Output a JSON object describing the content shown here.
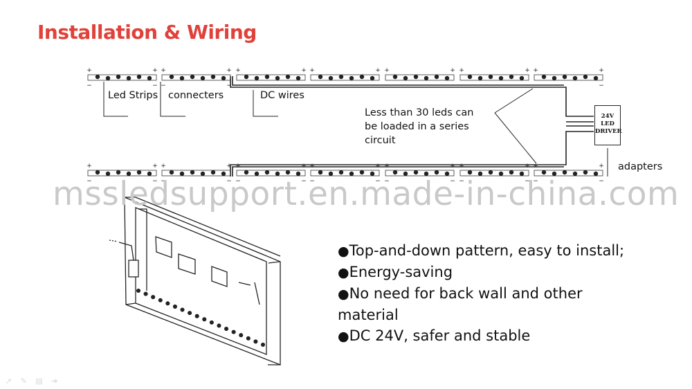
{
  "title": "Installation & Wiring",
  "labels": {
    "led_strips": "Led Strips",
    "connecters": "connecters",
    "dc_wires": "DC wires",
    "adapters": "adapters"
  },
  "note": [
    "Less than 30 leds can",
    "be loaded in a series",
    "circuit"
  ],
  "driver": [
    "24V",
    "LED",
    "DRIVER"
  ],
  "watermark": "mssledsupport.en.made-in-china.com",
  "features": [
    {
      "bullet": "●",
      "text": "Top-and-down pattern, easy to install;"
    },
    {
      "bullet": "●",
      "text": "Energy-saving"
    },
    {
      "bullet": "●",
      "text": "No need for back wall and other material"
    },
    {
      "bullet": "●",
      "text": "DC 24V, safer and stable"
    }
  ],
  "sign_icons": [
    "arrow-icon",
    "pen-icon",
    "menu-icon",
    "forward-icon"
  ],
  "colors": {
    "title": "#e0413a",
    "watermark": "#c9c9c9"
  }
}
